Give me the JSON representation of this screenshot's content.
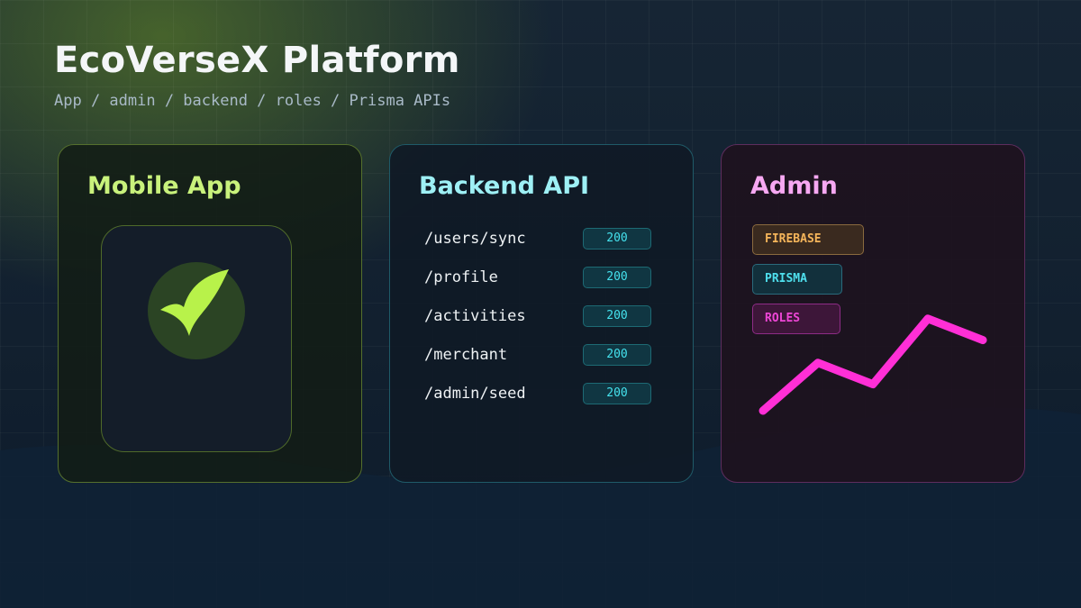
{
  "header": {
    "title": "EcoVerseX Platform",
    "subtitle": "App / admin / backend / roles / Prisma APIs"
  },
  "mobile_card": {
    "title": "Mobile App",
    "logo_icon": "leaf-checkmark-icon",
    "accent": "#c9f27c"
  },
  "backend_card": {
    "title": "Backend API",
    "routes": [
      {
        "path": "/users/sync",
        "status": "200"
      },
      {
        "path": "/profile",
        "status": "200"
      },
      {
        "path": "/activities",
        "status": "200"
      },
      {
        "path": "/merchant",
        "status": "200"
      },
      {
        "path": "/admin/seed",
        "status": "200"
      }
    ],
    "accent": "#9ef0f5"
  },
  "admin_card": {
    "title": "Admin",
    "tags": [
      "FIREBASE",
      "PRISMA",
      "ROLES"
    ],
    "trend_values": [
      0,
      0.38,
      0.21,
      0.73,
      0.56
    ],
    "trend_color": "#ff2fd6",
    "accent": "#f7a8f2"
  }
}
